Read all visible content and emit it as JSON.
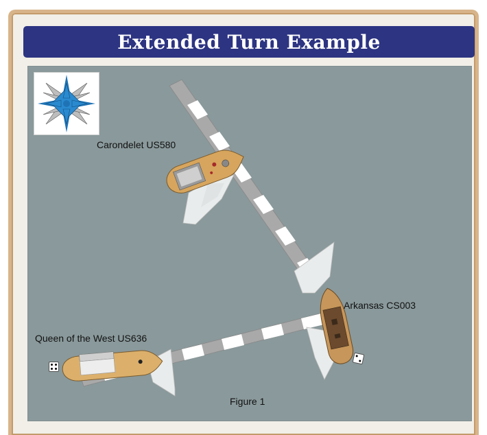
{
  "title": "Extended Turn Example",
  "ships": {
    "carondelet": {
      "name": "Carondelet US580"
    },
    "arkansas": {
      "name": "Arkansas CS003"
    },
    "queen": {
      "name": "Queen of the West US636"
    }
  },
  "figure_caption": "Figure 1",
  "icons": [
    "compass-rose-icon",
    "die-icon"
  ],
  "colors": {
    "title_bg": "#2d3482",
    "board": "#8a999b",
    "rope_border": "#d8b48a",
    "path_gray": "#a7a7a7",
    "compass_blue": "#2a8ad0"
  }
}
